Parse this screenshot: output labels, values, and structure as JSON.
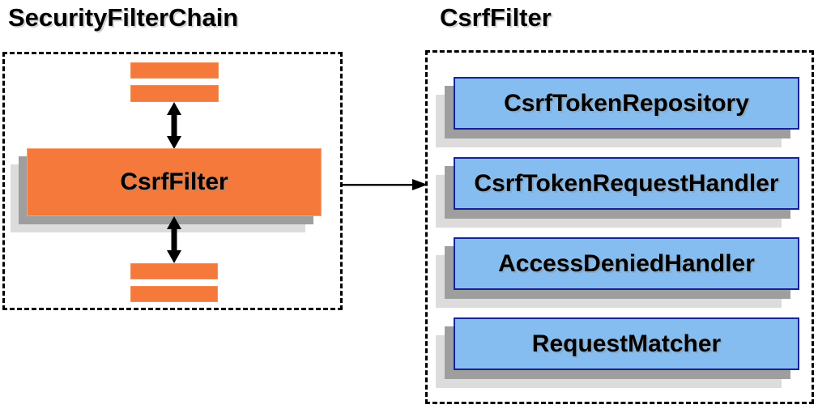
{
  "left_panel": {
    "title": "SecurityFilterChain",
    "csrf_filter_label": "CsrfFilter",
    "anonymous_filter_bars": 4
  },
  "right_panel": {
    "title": "CsrfFilter",
    "components": [
      {
        "label": "CsrfTokenRepository"
      },
      {
        "label": "CsrfTokenRequestHandler"
      },
      {
        "label": "AccessDeniedHandler"
      },
      {
        "label": "RequestMatcher"
      }
    ]
  },
  "icons": {
    "up_down_arrow": "up-down-arrow-icon",
    "flow_arrow": "right-arrow-icon"
  },
  "colors": {
    "box_orange": "#F4793B",
    "box_blue_fill": "#85BDF0",
    "box_blue_border": "#14239B",
    "shadow_dark": "#9E9E9E",
    "shadow_light": "#DCDCDC",
    "arrow_black": "#000000",
    "background": "#FFFFFF"
  }
}
